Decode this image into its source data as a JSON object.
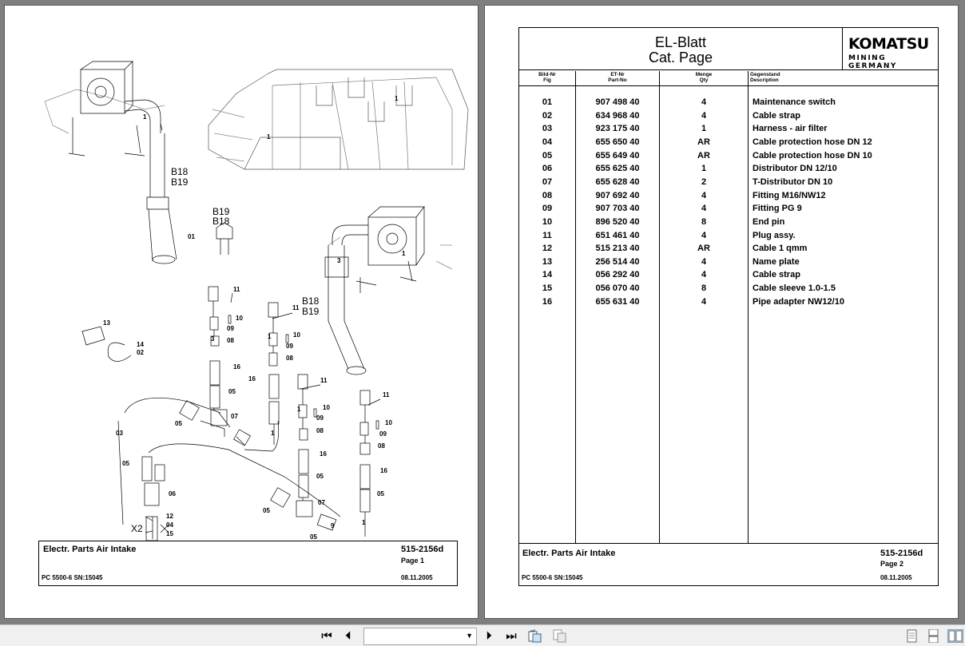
{
  "page1": {
    "title_block": {
      "title": "Electr. Parts Air Intake",
      "doc_no": "515-2156d",
      "page": "Page 1",
      "model": "PC 5500-6 SN:15045",
      "date": "08.11.2005"
    },
    "labels": {
      "b18_a": "B18",
      "b19_a": "B19",
      "b19_b": "B19",
      "b18_b": "B18",
      "b18_c": "B18",
      "b19_c": "B19",
      "x2": "X2",
      "n01": "01",
      "n13": "13",
      "n14": "14",
      "n02": "02",
      "n03": "03",
      "n11a": "11",
      "n10a": "10",
      "n09a": "09",
      "n08a": "08",
      "n16a": "16",
      "n05a": "05",
      "n07a": "07",
      "n05b": "05",
      "n11b": "11",
      "n10b": "10",
      "n09b": "09",
      "n08b": "08",
      "n16b": "16",
      "n11c": "11",
      "n10c": "10",
      "n09c": "09",
      "n08c": "08",
      "n16c": "16",
      "n05c": "05",
      "n07c": "07",
      "n05d": "05",
      "n05e": "05",
      "n11d": "11",
      "n10d": "10",
      "n09d": "09",
      "n08d": "08",
      "n16d": "16",
      "n05f": "05",
      "n05g": "05",
      "n06": "06",
      "n12": "12",
      "n04": "04",
      "n15": "15",
      "one_a": "1",
      "one_b": "1",
      "one_c": "1",
      "one_d": "1",
      "three_a": "3",
      "three_b": "3",
      "one_e": "1",
      "one_f": "1",
      "one_g": "1",
      "one_h": "1",
      "nine": "9"
    }
  },
  "page2": {
    "header": {
      "title_line1": "EL-Blatt",
      "title_line2": "Cat. Page",
      "logo_main": "KOMATSU",
      "logo_sub": "MINING GERMANY"
    },
    "columns": [
      {
        "de": "Bild-Nr",
        "en": "Fig"
      },
      {
        "de": "ET-Nr",
        "en": "Part-No"
      },
      {
        "de": "Menge",
        "en": "Qty"
      },
      {
        "de": "Gegenstand",
        "en": "Description"
      }
    ],
    "rows": [
      {
        "pos": "01",
        "part": "907 498 40",
        "qty": "4",
        "desc": "Maintenance switch"
      },
      {
        "pos": "02",
        "part": "634 968 40",
        "qty": "4",
        "desc": "Cable strap"
      },
      {
        "pos": "03",
        "part": "923 175 40",
        "qty": "1",
        "desc": "Harness - air filter"
      },
      {
        "pos": "04",
        "part": "655 650 40",
        "qty": "AR",
        "desc": "Cable protection hose DN 12"
      },
      {
        "pos": "05",
        "part": "655 649 40",
        "qty": "AR",
        "desc": "Cable protection hose DN 10"
      },
      {
        "pos": "06",
        "part": "655 625 40",
        "qty": "1",
        "desc": "Distributor DN 12/10"
      },
      {
        "pos": "07",
        "part": "655 628 40",
        "qty": "2",
        "desc": "T-Distributor DN 10"
      },
      {
        "pos": "08",
        "part": "907 692 40",
        "qty": "4",
        "desc": "Fitting  M16/NW12"
      },
      {
        "pos": "09",
        "part": "907 703 40",
        "qty": "4",
        "desc": "Fitting PG 9"
      },
      {
        "pos": "10",
        "part": "896 520 40",
        "qty": "8",
        "desc": "End pin"
      },
      {
        "pos": "11",
        "part": "651 461 40",
        "qty": "4",
        "desc": "Plug assy."
      },
      {
        "pos": "12",
        "part": "515 213 40",
        "qty": "AR",
        "desc": "Cable 1 qmm"
      },
      {
        "pos": "13",
        "part": "256 514 40",
        "qty": "4",
        "desc": "Name plate"
      },
      {
        "pos": "14",
        "part": "056 292 40",
        "qty": "4",
        "desc": "Cable strap"
      },
      {
        "pos": "15",
        "part": "056 070 40",
        "qty": "8",
        "desc": "Cable sleeve 1.0-1.5"
      },
      {
        "pos": "16",
        "part": "655 631 40",
        "qty": "4",
        "desc": "Pipe adapter NW12/10"
      }
    ],
    "title_block": {
      "title": "Electr. Parts Air Intake",
      "doc_no": "515-2156d",
      "page": "Page 2",
      "model": "PC 5500-6 SN:15045",
      "date": "08.11.2005"
    }
  },
  "toolbar": {
    "first_page_icon": "first-page-icon",
    "prev_page_icon": "prev-page-icon",
    "next_page_icon": "next-page-icon",
    "last_page_icon": "last-page-icon",
    "page_select_value": "",
    "view_icons": [
      "single-page-icon",
      "continuous-icon",
      "facing-pages-icon"
    ]
  }
}
